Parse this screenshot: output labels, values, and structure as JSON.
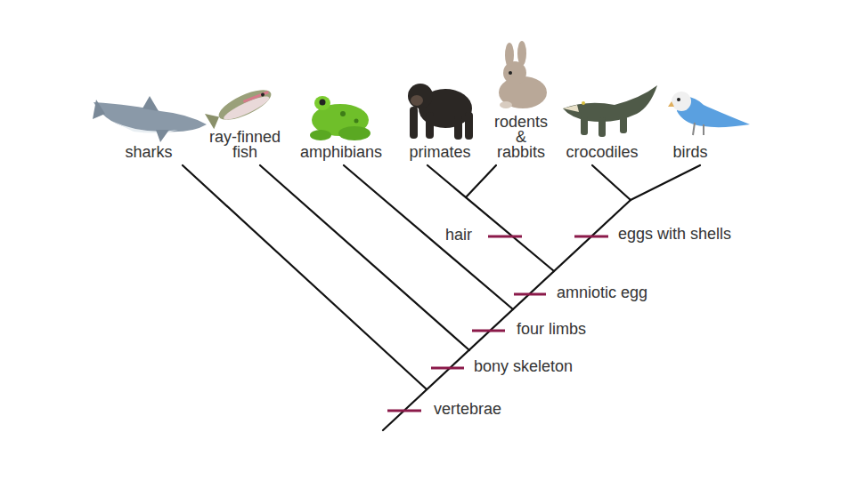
{
  "diagram": {
    "labels": [
      "sharks",
      "ray-finned fish",
      "amphibians",
      "primates",
      "rodents & rabbits",
      "crocodiles",
      "birds",
      "hair",
      "eggs with shells",
      "amniotic egg",
      "four limbs",
      "bony skeleton",
      "vertebrae"
    ]
  }
}
